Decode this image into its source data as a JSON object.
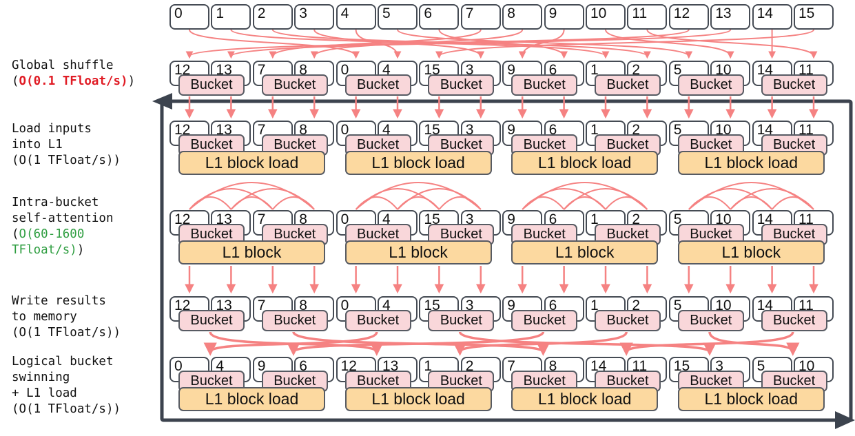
{
  "diagram": {
    "stage_labels": [
      {
        "id": "global-shuffle",
        "lines": [
          [
            {
              "t": "Global shuffle"
            }
          ],
          [
            {
              "t": "("
            },
            {
              "t": "O(0.1 TFloat/s)",
              "c": "red"
            },
            {
              "t": ")"
            }
          ]
        ]
      },
      {
        "id": "load-inputs-l1",
        "lines": [
          [
            {
              "t": "Load inputs"
            }
          ],
          [
            {
              "t": "into L1"
            }
          ],
          [
            {
              "t": "(O(1 TFloat/s))"
            }
          ]
        ]
      },
      {
        "id": "intra-bucket-attention",
        "lines": [
          [
            {
              "t": "Intra-bucket"
            }
          ],
          [
            {
              "t": "self-attention"
            }
          ],
          [
            {
              "t": "("
            },
            {
              "t": "O(60-1600",
              "c": "green"
            }
          ],
          [
            {
              "t": "TFloat/s)",
              "c": "green"
            },
            {
              "t": ")"
            }
          ]
        ]
      },
      {
        "id": "write-results",
        "lines": [
          [
            {
              "t": "Write results"
            }
          ],
          [
            {
              "t": "to memory"
            }
          ],
          [
            {
              "t": "(O(1 TFloat/s))"
            }
          ]
        ]
      },
      {
        "id": "logical-bucket-swinning",
        "lines": [
          [
            {
              "t": "Logical bucket"
            }
          ],
          [
            {
              "t": "swinning"
            }
          ],
          [
            {
              "t": "+ L1 load"
            }
          ],
          [
            {
              "t": "(O(1 TFloat/s))"
            }
          ]
        ]
      }
    ],
    "sequence": {
      "initial": [
        0,
        1,
        2,
        3,
        4,
        5,
        6,
        7,
        8,
        9,
        10,
        11,
        12,
        13,
        14,
        15
      ],
      "shuffled": [
        12,
        13,
        7,
        8,
        0,
        4,
        15,
        3,
        9,
        6,
        1,
        2,
        5,
        10,
        14,
        11
      ],
      "swinned": [
        0,
        4,
        9,
        6,
        12,
        13,
        1,
        2,
        7,
        8,
        14,
        11,
        15,
        3,
        5,
        10
      ]
    },
    "labels": {
      "bucket": "Bucket",
      "l1_block_load": "L1 block load",
      "l1_block": "L1 block"
    },
    "arrows": {
      "shuffle_dest": [
        4,
        10,
        11,
        7,
        5,
        12,
        9,
        2,
        3,
        8,
        13,
        15,
        0,
        1,
        14,
        6
      ],
      "swinning_bucket_dest": [
        2,
        4,
        0,
        6,
        1,
        3,
        7,
        5
      ]
    },
    "colors": {
      "arrow": "#f58282",
      "bucket_fill": "#f9d7da",
      "l1_fill": "#fcd9a0",
      "box_border": "#575b63",
      "cell_border": "#454b54",
      "loop": "#3c434e",
      "red_text": "#e01b24",
      "green_text": "#2f9e41",
      "text": "#111111"
    }
  }
}
